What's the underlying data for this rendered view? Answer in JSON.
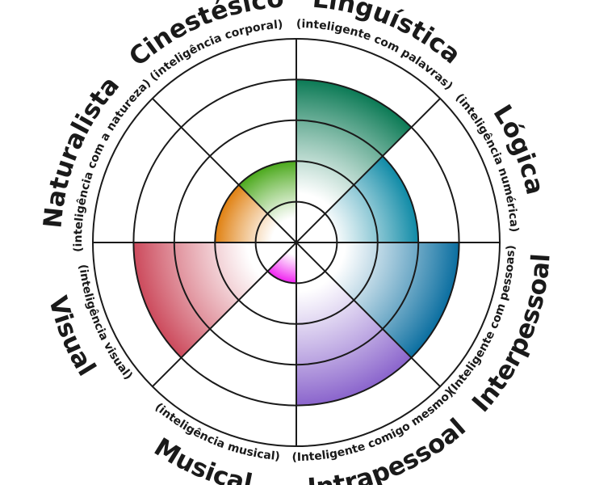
{
  "diagram": {
    "rings": 5,
    "sectors": [
      {
        "id": "linguistica",
        "title": "Linguística",
        "subtitle": "(inteligente com palavras)",
        "level": 4,
        "color": "#0b7a55"
      },
      {
        "id": "logica",
        "title": "Lógica",
        "subtitle": "(inteligência numérica)",
        "level": 3,
        "color": "#0e8aa6"
      },
      {
        "id": "interpessoal",
        "title": "Interpessoal",
        "subtitle": "(Inteligente com pessoas)",
        "level": 4,
        "color": "#0a6ea0"
      },
      {
        "id": "intrapessoal",
        "title": "Intrapessoal",
        "subtitle": "(Inteligente comigo mesmo)",
        "level": 4,
        "color": "#8a64cc"
      },
      {
        "id": "musical",
        "title": "Musical",
        "subtitle": "(inteligência musical)",
        "level": 1,
        "color": "#f020f0"
      },
      {
        "id": "visual",
        "title": "Visual",
        "subtitle": "(inteligência visual)",
        "level": 4,
        "color": "#cc4a5c"
      },
      {
        "id": "naturalista",
        "title": "Naturalista",
        "subtitle": "(inteligência com a natureza)",
        "level": 2,
        "color": "#e08010"
      },
      {
        "id": "cinestesico",
        "title": "Cinestésico",
        "subtitle": "(inteligência corporal)",
        "level": 2,
        "color": "#4aa81a"
      }
    ]
  }
}
